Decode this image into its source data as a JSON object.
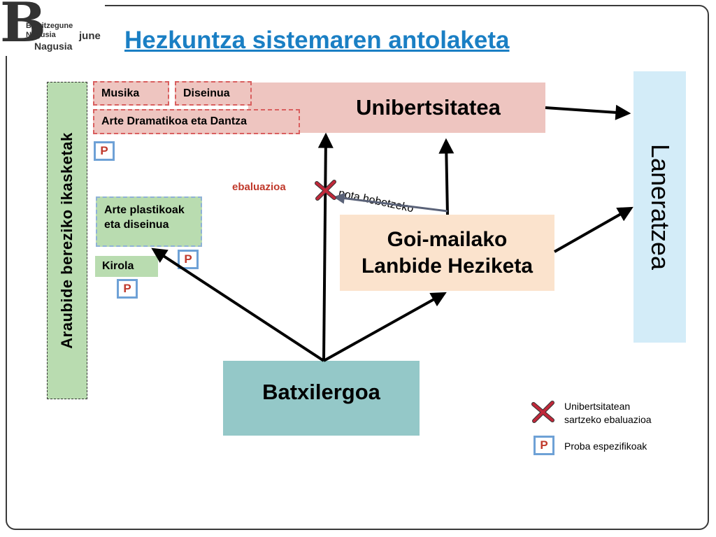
{
  "logo": {
    "letter": "B",
    "line1": "Berritzegune",
    "line2": "Nagusia",
    "line3": "Nagusia",
    "fragment": "june"
  },
  "title": "Hezkuntza sistemaren antolaketa",
  "vertical_left": "Araubide  bereziko ikasketak",
  "vertical_right": "Laneratzea",
  "uni": "Unibertsitatea",
  "musika": "Musika",
  "diseinua": "Diseinua",
  "arte_dramatikoa": "Arte Dramatikoa eta Dantza",
  "arte_plastikoak": "Arte plastikoak eta diseinua",
  "kirola": "Kirola",
  "goi_line1": "Goi-mailako",
  "goi_line2": "Lanbide Heziketa",
  "batxilergoa": "Batxilergoa",
  "ebaluazioa": "ebaluazioa",
  "nota_hobetzeko": "nota hobetzeko",
  "p_marker": "P",
  "legend": {
    "item1_line1": "Unibertsitatean",
    "item1_line2": "sartzeko ebaluazioa",
    "item2": "Proba espezifikoak"
  },
  "colors": {
    "title": "#1a7fc4",
    "uni_fill": "#eec5c0",
    "green_fill": "#b9dcb0",
    "goi_fill": "#fbe3cd",
    "bat_fill": "#94c8c8",
    "laner_fill": "#d3ecf8",
    "p_border": "#6ea1d6",
    "red": "#c0392b"
  }
}
